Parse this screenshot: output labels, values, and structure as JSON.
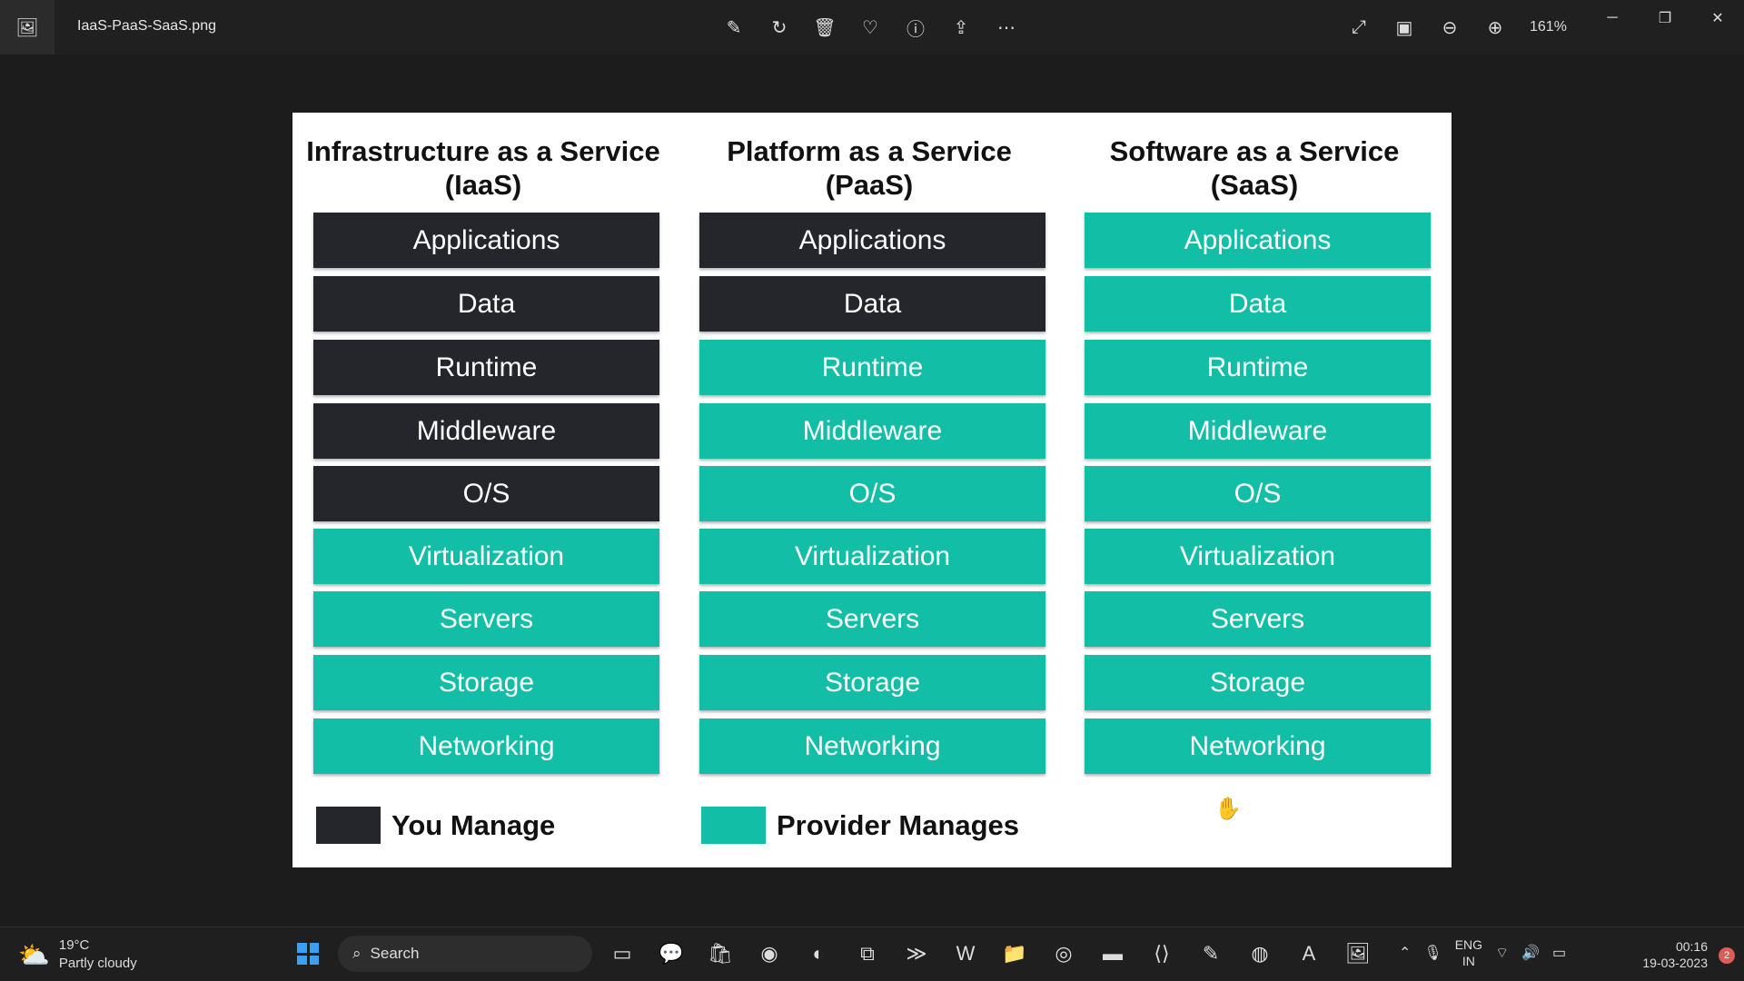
{
  "window": {
    "file_name": "IaaS-PaaS-SaaS.png",
    "zoom": "161%",
    "toolbar": [
      "edit-icon",
      "rotate-icon",
      "delete-icon",
      "favorite-icon",
      "info-icon",
      "share-icon",
      "more-icon"
    ],
    "right_tools": [
      "expand-icon",
      "fit-icon",
      "zoom-out-icon",
      "zoom-in-icon"
    ]
  },
  "diagram": {
    "columns": [
      {
        "title_line1": "Infrastructure as a Service",
        "title_line2": "(IaaS)",
        "layers": [
          {
            "label": "Applications",
            "managed_by": "you"
          },
          {
            "label": "Data",
            "managed_by": "you"
          },
          {
            "label": "Runtime",
            "managed_by": "you"
          },
          {
            "label": "Middleware",
            "managed_by": "you"
          },
          {
            "label": "O/S",
            "managed_by": "you"
          },
          {
            "label": "Virtualization",
            "managed_by": "provider"
          },
          {
            "label": "Servers",
            "managed_by": "provider"
          },
          {
            "label": "Storage",
            "managed_by": "provider"
          },
          {
            "label": "Networking",
            "managed_by": "provider"
          }
        ]
      },
      {
        "title_line1": "Platform as a Service",
        "title_line2": "(PaaS)",
        "layers": [
          {
            "label": "Applications",
            "managed_by": "you"
          },
          {
            "label": "Data",
            "managed_by": "you"
          },
          {
            "label": "Runtime",
            "managed_by": "provider"
          },
          {
            "label": "Middleware",
            "managed_by": "provider"
          },
          {
            "label": "O/S",
            "managed_by": "provider"
          },
          {
            "label": "Virtualization",
            "managed_by": "provider"
          },
          {
            "label": "Servers",
            "managed_by": "provider"
          },
          {
            "label": "Storage",
            "managed_by": "provider"
          },
          {
            "label": "Networking",
            "managed_by": "provider"
          }
        ]
      },
      {
        "title_line1": "Software as a Service",
        "title_line2": "(SaaS)",
        "layers": [
          {
            "label": "Applications",
            "managed_by": "provider"
          },
          {
            "label": "Data",
            "managed_by": "provider"
          },
          {
            "label": "Runtime",
            "managed_by": "provider"
          },
          {
            "label": "Middleware",
            "managed_by": "provider"
          },
          {
            "label": "O/S",
            "managed_by": "provider"
          },
          {
            "label": "Virtualization",
            "managed_by": "provider"
          },
          {
            "label": "Servers",
            "managed_by": "provider"
          },
          {
            "label": "Storage",
            "managed_by": "provider"
          },
          {
            "label": "Networking",
            "managed_by": "provider"
          }
        ]
      }
    ],
    "legend": {
      "you_label": "You Manage",
      "you_color": "#24262c",
      "provider_label": "Provider Manages",
      "provider_color": "#12bfa6"
    }
  },
  "taskbar": {
    "temperature": "19°C",
    "weather": "Partly cloudy",
    "search_label": "Search",
    "lang_top": "ENG",
    "lang_bottom": "IN",
    "time": "00:16",
    "date": "19-03-2023",
    "notifications": "2"
  }
}
